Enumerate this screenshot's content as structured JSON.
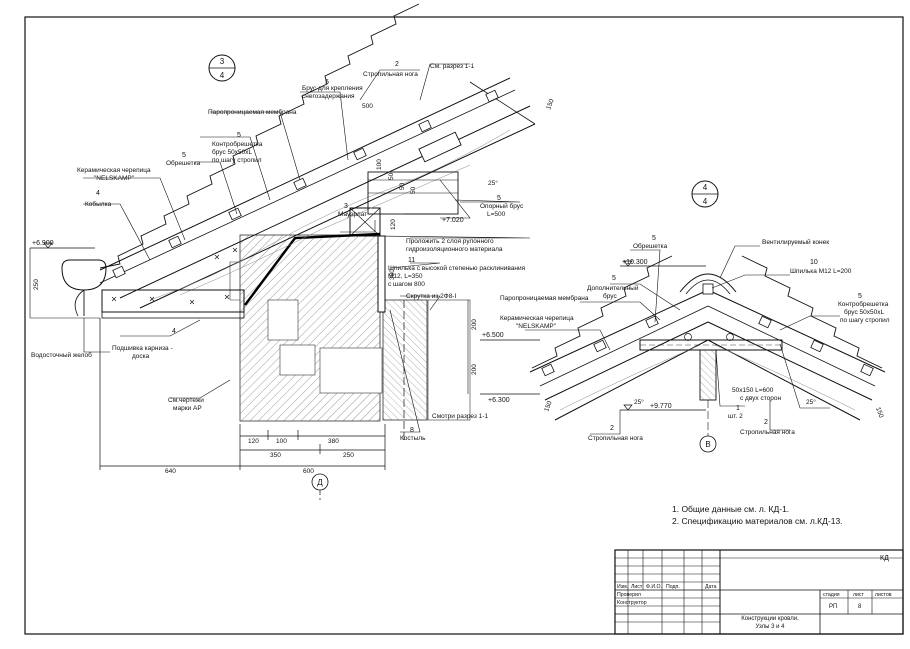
{
  "node34": {
    "circle_top": "3",
    "circle_bottom": "4",
    "labels": {
      "rafter_num": "2",
      "rafter": "Стропильная нога",
      "see_section": "См. разрез 1-1",
      "snow_num": "5",
      "snow": [
        "Брус для крепления",
        "снегозадержания"
      ],
      "dim_500": "500",
      "dim_150": "150",
      "membrane": "Паропроницаемая мембрана",
      "counter_num": "5",
      "counter": [
        "Контробрешетка",
        "брус 50x50xL",
        "по шагу стропил"
      ],
      "batten_num": "5",
      "batten": "Обрешетка",
      "tile": [
        "Керамическая черепица",
        "\"NELSKAMP\""
      ],
      "fascia_num": "4",
      "fascia": "Кобылка",
      "dim_100": "100",
      "dim_50a": "50",
      "dim_50b": "50",
      "dim_50c": "50",
      "angle": "25°",
      "beam_num": "5",
      "beam": [
        "Опорный брус",
        "L=500"
      ],
      "mauerlat_num": "3",
      "mauerlat": "Мауэрлат",
      "dim_120v": "120",
      "lvl_7020": "+7.020",
      "waterproof": [
        "Проложить 2 слоя рулонного",
        "гидроизоляционного материала"
      ],
      "stud_num": "11",
      "stud": [
        "Шпилька с высокой степенью расклинивания",
        "М12, L=350",
        "с шагом 800"
      ],
      "dim_380v": "380",
      "lvl_6900": "+6.900",
      "dim_250": "250",
      "tie": "Скрутка из 2Ф8-I",
      "dim_200a": "200",
      "dim_200b": "200",
      "lvl_6500": "+6.500",
      "soffit_num": "4",
      "soffit": [
        "Подшивка карниза -",
        "доска"
      ],
      "gutter": "Водосточный желоб",
      "see_ar": [
        "См.чертежи",
        "марки АР"
      ],
      "lvl_6300": "+6.300",
      "see_section2": "Смотри разрез 1-1",
      "bracket_num": "8",
      "bracket": "Костыль",
      "dim_120": "120",
      "dim_100h": "100",
      "dim_380": "380",
      "dim_350": "350",
      "dim_250h": "250",
      "dim_640": "640",
      "dim_600": "600",
      "axis": "Д"
    }
  },
  "node44": {
    "circle_top": "4",
    "circle_bottom": "4",
    "labels": {
      "batten_num": "5",
      "batten": "Обрешетка",
      "ridge": "Вентилируемый конек",
      "stud_num": "10",
      "stud": "Шпилька М12  L=200",
      "lvl_10300": "+10.300",
      "extra_num": "5",
      "extra": [
        "Дополнительный",
        "брус"
      ],
      "counter_num": "5",
      "counter": [
        "Контробрешетка",
        "брус 50x50xL",
        "по шагу стропил"
      ],
      "membrane": "Паропроницаемая мембрана",
      "tile": [
        "Керамическая черепица",
        "\"NELSKAMP\""
      ],
      "dim_150l": "150",
      "dim_150r": "150",
      "angle_l": "25°",
      "angle_r": "25°",
      "lvl_9770": "+9.770",
      "plank_num": "1",
      "plank_qty": "шт. 2",
      "plank": [
        "50x150  L=600",
        "с двух сторон"
      ],
      "rafter_l_num": "2",
      "rafter_l": "Стропильная нога",
      "rafter_r_num": "2",
      "rafter_r": "Стропильная нога",
      "axis": "В"
    }
  },
  "notes": [
    "1. Общие данные см. л. КД-1.",
    "2. Спецификацию материалов см. л.КД-13."
  ],
  "stamp": {
    "code": "КД",
    "headers": [
      "Изм.",
      "Лист",
      "Ф.И.О.",
      "Подп.",
      "Дата"
    ],
    "checked": "Проверил",
    "designer": "Конструктор",
    "stage_label": "стадия",
    "sheet_label": "лист",
    "sheets_label": "листов",
    "stage": "РП",
    "sheet": "8",
    "sheets": "",
    "title": [
      "Конструкции кровли.",
      "Узлы 3 и 4"
    ]
  }
}
